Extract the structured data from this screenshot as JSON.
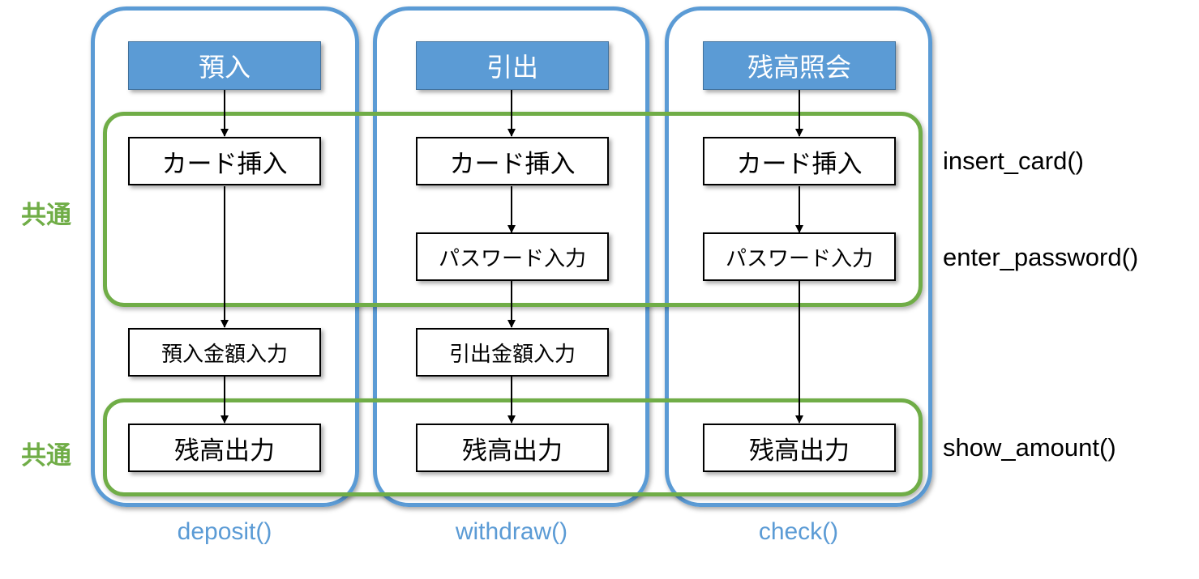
{
  "columns": [
    {
      "function": "deposit()",
      "header": "預入",
      "steps": {
        "insert_card": "カード挿入",
        "amount_input": "預入金額入力",
        "show_balance": "残高出力"
      }
    },
    {
      "function": "withdraw()",
      "header": "引出",
      "steps": {
        "insert_card": "カード挿入",
        "password_input": "パスワード入力",
        "amount_input": "引出金額入力",
        "show_balance": "残高出力"
      }
    },
    {
      "function": "check()",
      "header": "残高照会",
      "steps": {
        "insert_card": "カード挿入",
        "password_input": "パスワード入力",
        "show_balance": "残高出力"
      }
    }
  ],
  "common_groups": [
    {
      "label": "共通",
      "functions": [
        "insert_card()",
        "enter_password()"
      ]
    },
    {
      "label": "共通",
      "functions": [
        "show_amount()"
      ]
    }
  ],
  "colors": {
    "column_frame": "#5b9bd5",
    "header_fill": "#5b9bd5",
    "common_frame": "#70ad47",
    "column_label": "#5b9bd5"
  }
}
